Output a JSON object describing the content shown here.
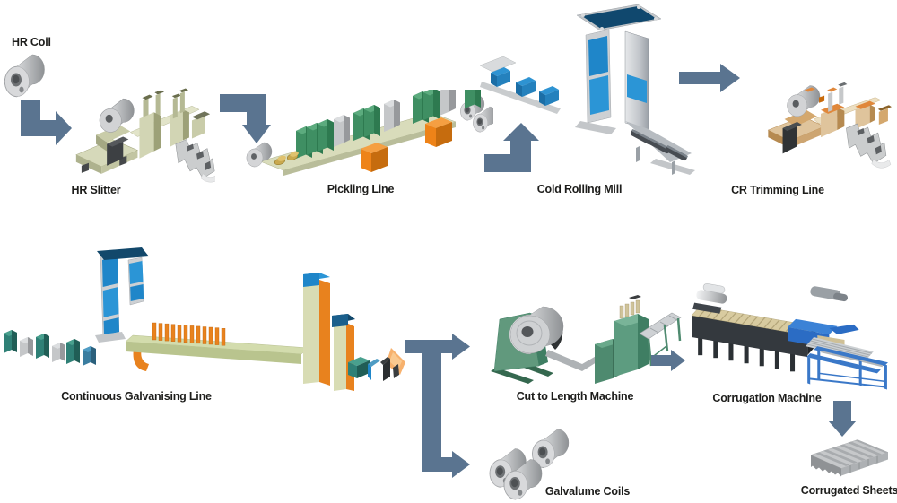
{
  "colors": {
    "arrow": "#5a7490",
    "label_text": "#1d1d1b",
    "background": "#ffffff"
  },
  "stages": {
    "hr_coil": {
      "label": "HR Coil"
    },
    "hr_slitter": {
      "label": "HR Slitter"
    },
    "pickling_line": {
      "label": "Pickling Line"
    },
    "cold_rolling_mill": {
      "label": "Cold Rolling Mill"
    },
    "cr_trimming_line": {
      "label": "CR Trimming Line"
    },
    "continuous_galvanising_line": {
      "label": "Continuous Galvanising Line"
    },
    "cut_to_length_machine": {
      "label": "Cut to Length Machine"
    },
    "corrugation_machine": {
      "label": "Corrugation Machine"
    },
    "galvalume_coils": {
      "label": "Galvalume Coils"
    },
    "corrugated_sheets": {
      "label": "Corrugated Sheets"
    }
  },
  "connections": [
    {
      "from": "HR Coil",
      "to": "HR Slitter"
    },
    {
      "from": "HR Slitter",
      "to": "Pickling Line"
    },
    {
      "from": "Pickling Line",
      "to": "Cold Rolling Mill"
    },
    {
      "from": "Cold Rolling Mill",
      "to": "CR Trimming Line"
    },
    {
      "from": "Continuous Galvanising Line",
      "to": "Cut to Length Machine"
    },
    {
      "from": "Continuous Galvanising Line",
      "to": "Galvalume Coils"
    },
    {
      "from": "Cut to Length Machine",
      "to": "Corrugation Machine"
    },
    {
      "from": "Corrugation Machine",
      "to": "Corrugated Sheets"
    }
  ]
}
